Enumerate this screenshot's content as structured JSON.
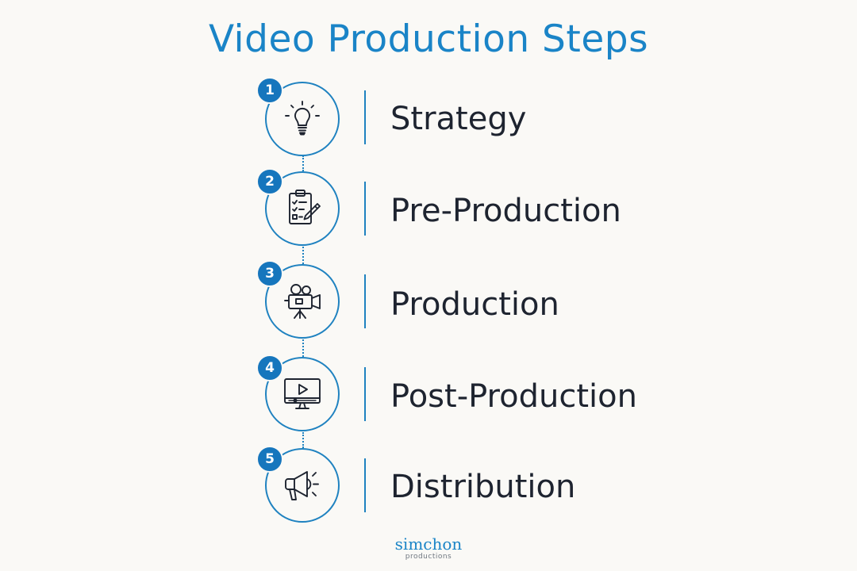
{
  "title": "Video Production Steps",
  "colors": {
    "accent": "#1a84c7",
    "badge": "#1676bd",
    "text": "#1e2430",
    "background": "#faf9f6"
  },
  "steps": [
    {
      "number": "1",
      "label": "Strategy",
      "icon": "lightbulb-icon"
    },
    {
      "number": "2",
      "label": "Pre-Production",
      "icon": "clipboard-checklist-icon"
    },
    {
      "number": "3",
      "label": "Production",
      "icon": "video-camera-icon"
    },
    {
      "number": "4",
      "label": "Post-Production",
      "icon": "monitor-play-icon"
    },
    {
      "number": "5",
      "label": "Distribution",
      "icon": "megaphone-icon"
    }
  ],
  "logo": {
    "name": "simchon",
    "tagline": "productions"
  }
}
